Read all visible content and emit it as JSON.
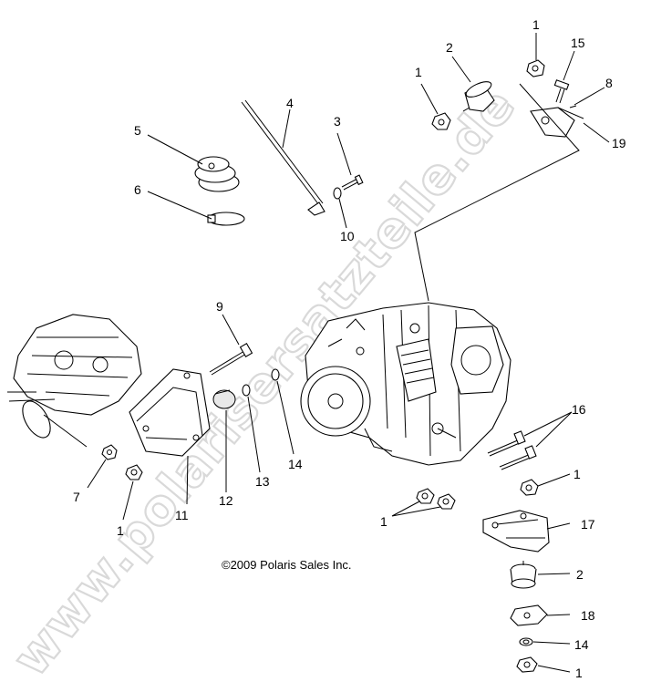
{
  "copyright": "©2009 Polaris Sales Inc.",
  "watermark": "www.polarisersatzteile.de",
  "callouts": [
    {
      "id": "c1a",
      "text": "1"
    },
    {
      "id": "c2a",
      "text": "2"
    },
    {
      "id": "c1b",
      "text": "1"
    },
    {
      "id": "c15",
      "text": "15"
    },
    {
      "id": "c8",
      "text": "8"
    },
    {
      "id": "c19",
      "text": "19"
    },
    {
      "id": "c4",
      "text": "4"
    },
    {
      "id": "c3",
      "text": "3"
    },
    {
      "id": "c5",
      "text": "5"
    },
    {
      "id": "c6",
      "text": "6"
    },
    {
      "id": "c10",
      "text": "10"
    },
    {
      "id": "c9",
      "text": "9"
    },
    {
      "id": "c16",
      "text": "16"
    },
    {
      "id": "c1c",
      "text": "1"
    },
    {
      "id": "c7",
      "text": "7"
    },
    {
      "id": "c1d",
      "text": "1"
    },
    {
      "id": "c11",
      "text": "11"
    },
    {
      "id": "c12",
      "text": "12"
    },
    {
      "id": "c13",
      "text": "13"
    },
    {
      "id": "c14a",
      "text": "14"
    },
    {
      "id": "c1e",
      "text": "1"
    },
    {
      "id": "c17",
      "text": "17"
    },
    {
      "id": "c2b",
      "text": "2"
    },
    {
      "id": "c18",
      "text": "18"
    },
    {
      "id": "c14b",
      "text": "14"
    },
    {
      "id": "c1f",
      "text": "1"
    }
  ]
}
